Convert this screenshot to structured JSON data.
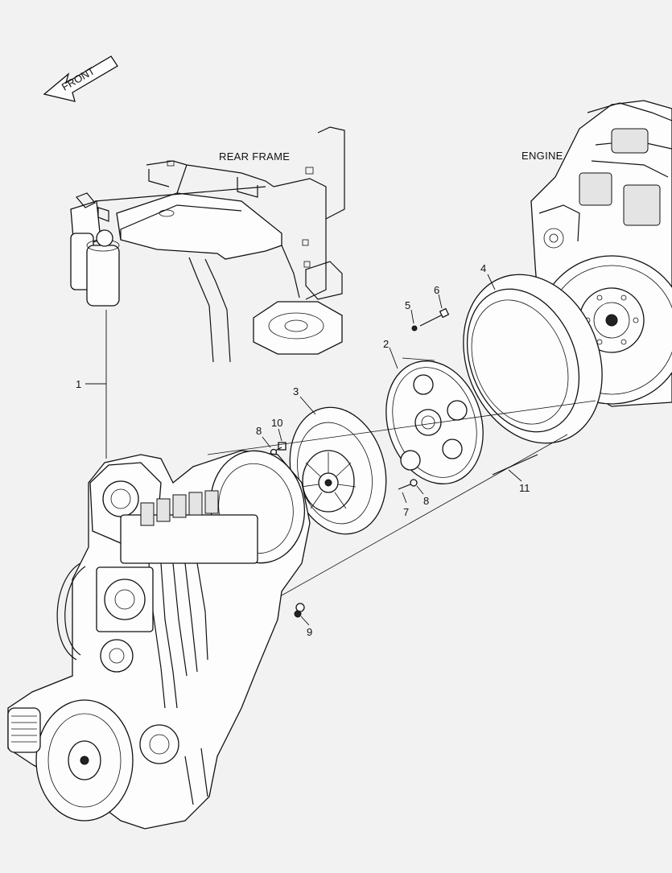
{
  "front_arrow": {
    "label": "FRONT"
  },
  "areas": {
    "rear_frame": "REAR FRAME",
    "engine": "ENGINE"
  },
  "callouts": [
    {
      "id": "c1",
      "text": "1"
    },
    {
      "id": "c2",
      "text": "2"
    },
    {
      "id": "c3",
      "text": "3"
    },
    {
      "id": "c4",
      "text": "4"
    },
    {
      "id": "c5",
      "text": "5"
    },
    {
      "id": "c6",
      "text": "6"
    },
    {
      "id": "c7",
      "text": "7"
    },
    {
      "id": "c8a",
      "text": "8"
    },
    {
      "id": "c8b",
      "text": "8"
    },
    {
      "id": "c9",
      "text": "9"
    },
    {
      "id": "c10",
      "text": "10"
    },
    {
      "id": "c11",
      "text": "11"
    }
  ]
}
